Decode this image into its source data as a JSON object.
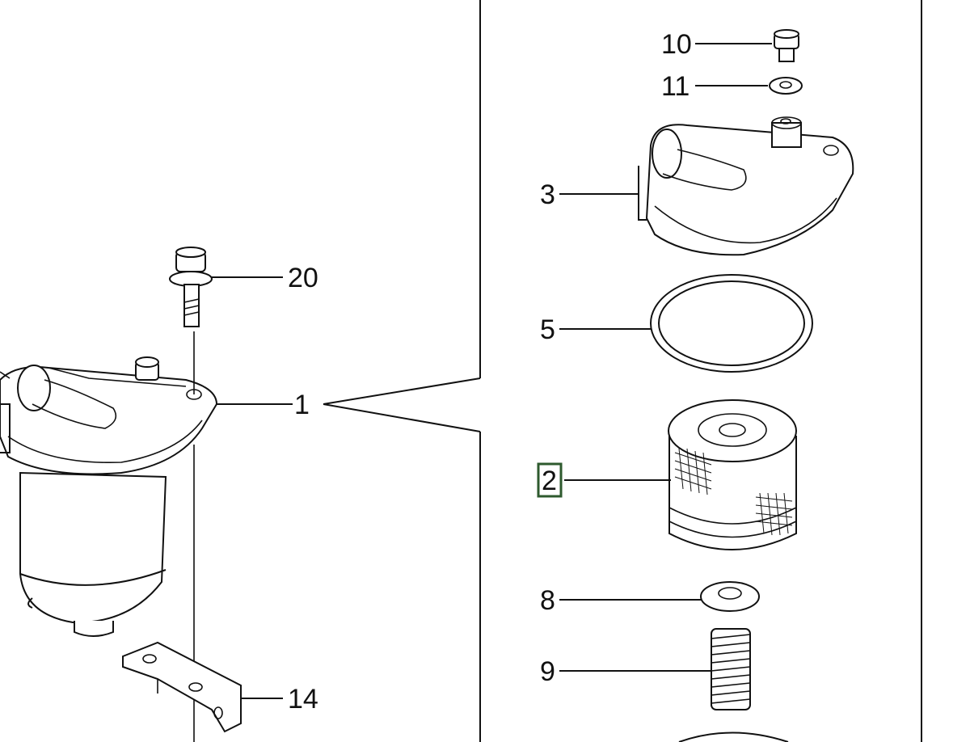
{
  "diagram": {
    "labels": {
      "p1": "1",
      "p2": "2",
      "p3": "3",
      "p5": "5",
      "p8": "8",
      "p9": "9",
      "p10": "10",
      "p11": "11",
      "p14": "14",
      "p20": "20"
    },
    "highlight_color": "#2e5a2e"
  }
}
